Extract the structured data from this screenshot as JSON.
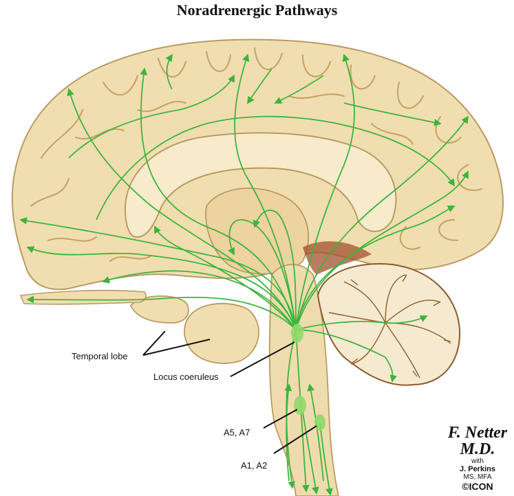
{
  "title": "Noradrenergic Pathways",
  "labels": {
    "temporal_lobe": "Temporal lobe",
    "locus_coeruleus": "Locus coeruleus",
    "a5_a7": "A5, A7",
    "a1_a2": "A1, A2"
  },
  "signature": {
    "script": "F. Netter M.D.",
    "with": "with",
    "coauthor": "J. Perkins",
    "credentials": "MS, MFA",
    "logo": "©ICON"
  },
  "colors": {
    "brain_fill": "#f1deb0",
    "brain_outline": "#b89a62",
    "gyrus_line": "#c7a56a",
    "inner_fill": "#f7ebcc",
    "cerebellum_fill": "#f5ead0",
    "cerebellum_lines": "#8a5a2a",
    "ventricle": "#a0522d",
    "pathway": "#3cb43c",
    "nucleus": "#8fd86a"
  }
}
